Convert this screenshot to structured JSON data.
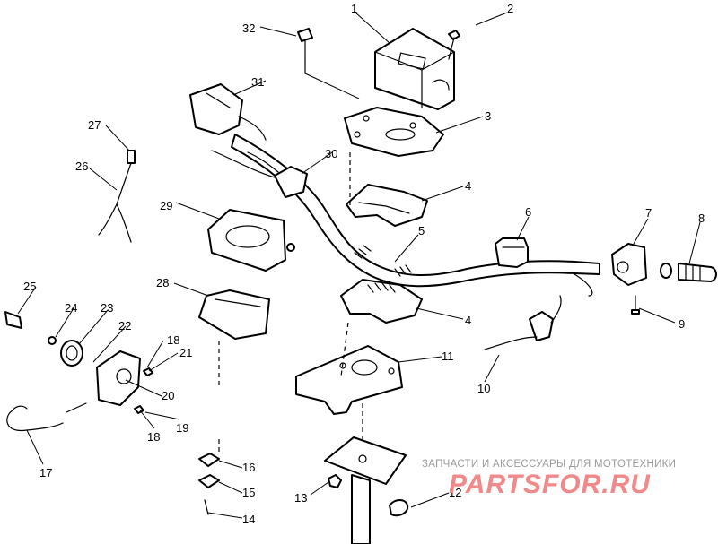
{
  "callouts": [
    "1",
    "2",
    "3",
    "4",
    "5",
    "6",
    "7",
    "8",
    "9",
    "10",
    "11",
    "12",
    "13",
    "14",
    "15",
    "16",
    "17",
    "18",
    "19",
    "20",
    "21",
    "22",
    "23",
    "24",
    "25",
    "26",
    "27",
    "28",
    "29",
    "30",
    "31",
    "32"
  ],
  "callout_extra": {
    "c4b": "4",
    "c18b": "18"
  },
  "watermark": {
    "text": "ЗАПЧАСТИ И АКСЕССУАРЫ ДЛЯ МОТОТЕХНИКИ",
    "logo": "PARTSFOR.RU"
  }
}
